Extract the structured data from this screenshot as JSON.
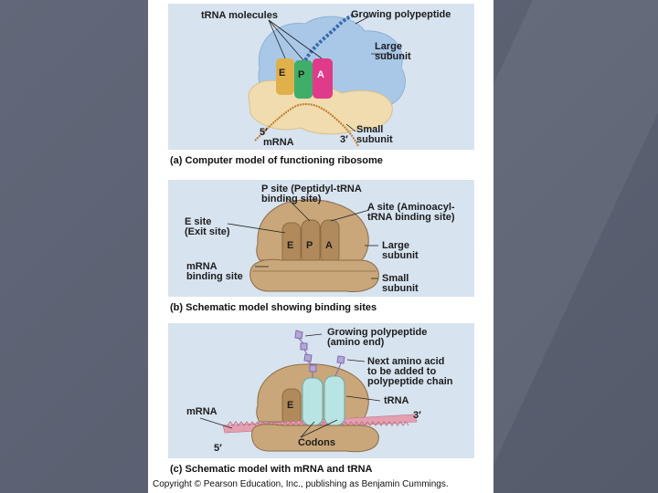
{
  "panel_a": {
    "labels": {
      "trna_molecules": "tRNA molecules",
      "growing_polypeptide": "Growing polypeptide",
      "large_subunit_1": "Large",
      "large_subunit_2": "subunit",
      "e": "E",
      "p": "P",
      "a": "A",
      "five_prime": "5′",
      "mrna": "mRNA",
      "three_prime": "3′",
      "small_subunit_1": "Small",
      "small_subunit_2": "subunit"
    },
    "caption_letter": "(a)",
    "caption": "Computer model of functioning ribosome"
  },
  "panel_b": {
    "labels": {
      "p_site_1": "P site (Peptidyl-tRNA",
      "p_site_2": "binding site)",
      "a_site_1": "A site (Aminoacyl-",
      "a_site_2": "tRNA binding site)",
      "e_site_1": "E site",
      "e_site_2": "(Exit site)",
      "e": "E",
      "p": "P",
      "a": "A",
      "large_1": "Large",
      "large_2": "subunit",
      "mrna_site_1": "mRNA",
      "mrna_site_2": "binding site",
      "small_1": "Small",
      "small_2": "subunit"
    },
    "caption_letter": "(b)",
    "caption": "Schematic model showing binding sites"
  },
  "panel_c": {
    "labels": {
      "growing_1": "Growing polypeptide",
      "growing_2": "(amino end)",
      "next_1": "Next amino acid",
      "next_2": "to be added to",
      "next_3": "polypeptide chain",
      "e": "E",
      "trna": "tRNA",
      "mrna": "mRNA",
      "three_prime": "3′",
      "five_prime": "5′",
      "codons": "Codons"
    },
    "caption_letter": "(c)",
    "caption": "Schematic model with mRNA and tRNA"
  },
  "copyright": "Copyright © Pearson Education, Inc., publishing as Benjamin Cummings.",
  "colors": {
    "panel_bg": "#d7e3ef",
    "ribosome": "#c9a77a",
    "ribosome_dark": "#8c6c45",
    "large_subunit_model": "#a9c8e8",
    "small_subunit_model": "#f0dcae",
    "trna": "#b9e4e4",
    "mrna": "#e4a0b0",
    "amino_acid": "#b6a6d6"
  }
}
